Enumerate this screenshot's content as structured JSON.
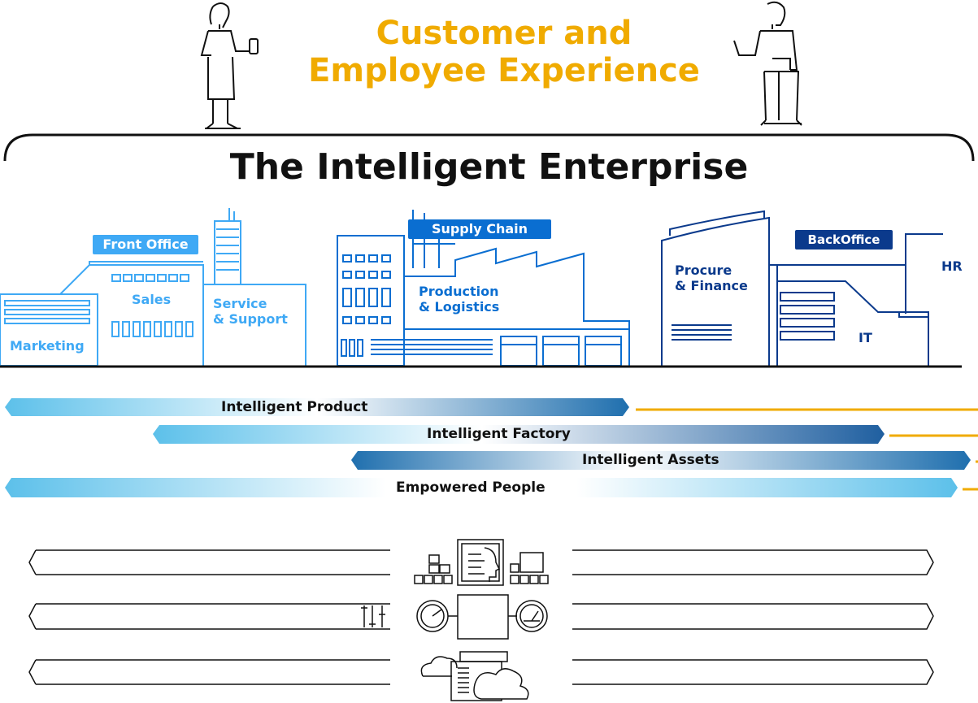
{
  "header": {
    "title_line1": "Customer and",
    "title_line2": "Employee Experience"
  },
  "main_title": "The Intelligent Enterprise",
  "badges": {
    "front_office": "Front Office",
    "supply_chain": "Supply Chain",
    "back_office": "BackOffice"
  },
  "buildings": {
    "marketing": "Marketing",
    "sales": "Sales",
    "service_support": "Service\n& Support",
    "production_logistics": "Production\n& Logistics",
    "procure_finance": "Procure\n& Finance",
    "hr": "HR",
    "it": "IT"
  },
  "bands": [
    "Intelligent Product",
    "Intelligent Factory",
    "Intelligent Assets",
    "Empowered People"
  ],
  "colors": {
    "accent_yellow": "#f0ab00",
    "front_office_blue": "#3fa9f5",
    "supply_chain_blue": "#0a6ed1",
    "back_office_navy": "#0b3a8c",
    "band_light": "#5cc0ea",
    "band_dark": "#1f5fa0"
  }
}
